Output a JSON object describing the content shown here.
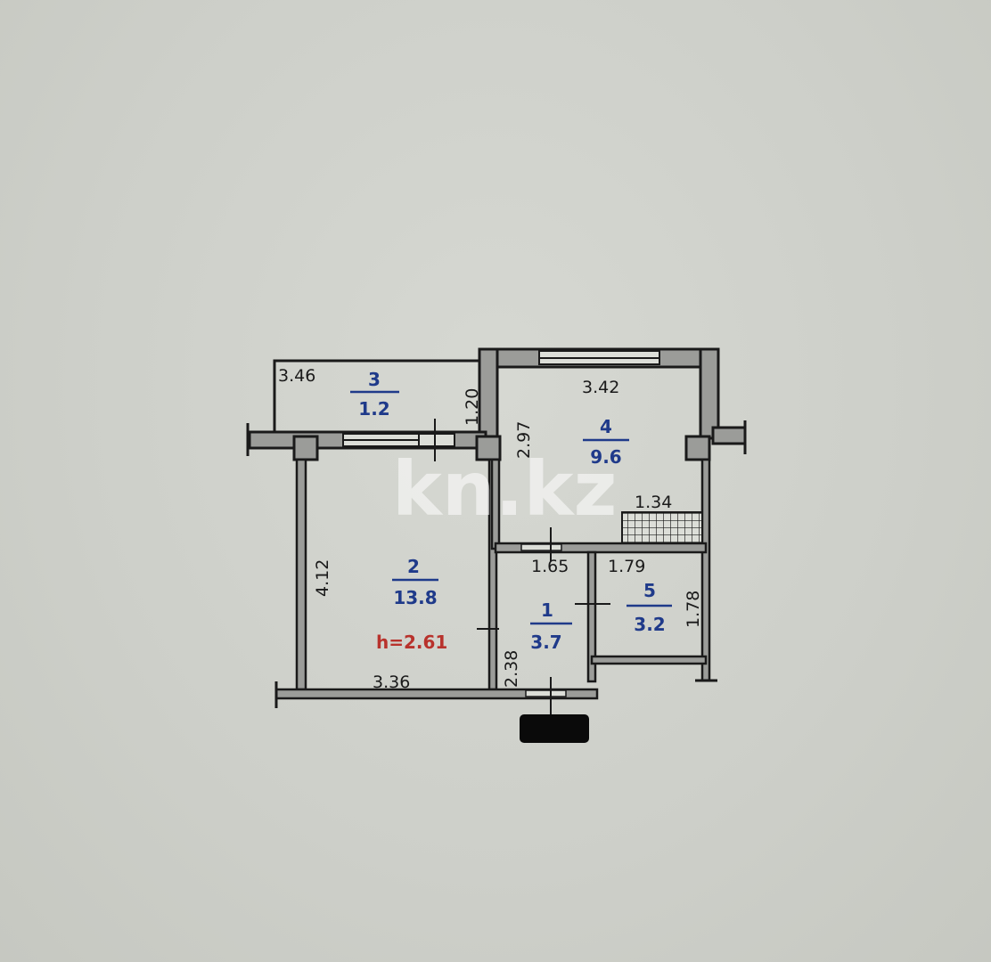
{
  "watermark": "kn.kz",
  "ceiling_height": "h=2.61",
  "rooms": [
    {
      "id": "1",
      "number": "1",
      "area": "3.7",
      "label": "room-1-hallway"
    },
    {
      "id": "2",
      "number": "2",
      "area": "13.8",
      "label": "room-2-living"
    },
    {
      "id": "3",
      "number": "3",
      "area": "1.2",
      "label": "room-3-balcony"
    },
    {
      "id": "4",
      "number": "4",
      "area": "9.6",
      "label": "room-4-kitchen"
    },
    {
      "id": "5",
      "number": "5",
      "area": "3.2",
      "label": "room-5-bathroom"
    }
  ],
  "dimensions": {
    "balcony_width": "3.46",
    "balcony_depth": "1.20",
    "kitchen_width": "3.42",
    "kitchen_depth": "2.97",
    "kitchen_counter": "1.34",
    "living_depth": "4.12",
    "living_width": "3.36",
    "hall_width": "1.65",
    "hall_depth": "2.38",
    "bath_width": "1.79",
    "bath_depth": "1.78"
  },
  "colors": {
    "background": "#cfd1cb",
    "wall_fill": "#9b9c99",
    "line": "#1a1a1a",
    "room_number": "#1f3a8a",
    "height_text": "#b8322c"
  }
}
